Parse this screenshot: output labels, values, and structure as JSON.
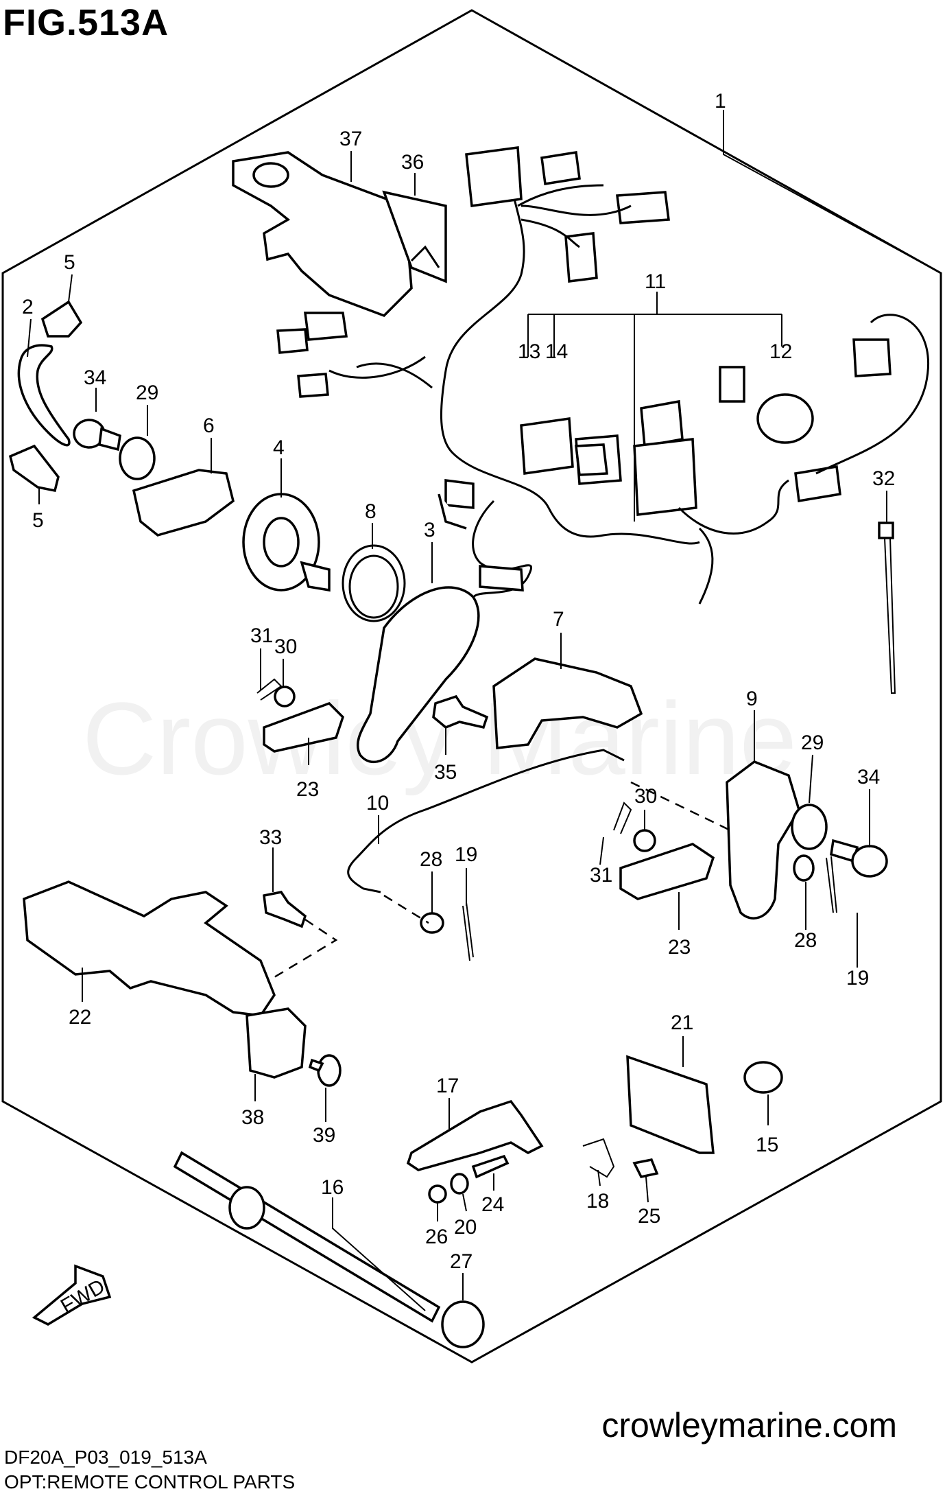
{
  "figure": {
    "title": "FIG.513A",
    "watermark": "Crowley Marine",
    "website": "crowleymarine.com",
    "code": "DF20A_P03_019_513A",
    "caption": "OPT:REMOTE CONTROL PARTS",
    "fwd_label": "FWD"
  },
  "callouts": {
    "c1": "1",
    "c2": "2",
    "c3": "3",
    "c4": "4",
    "c5a": "5",
    "c5b": "5",
    "c6": "6",
    "c7": "7",
    "c8": "8",
    "c9": "9",
    "c10": "10",
    "c11": "11",
    "c12": "12",
    "c13": "13",
    "c14": "14",
    "c15": "15",
    "c16": "16",
    "c17": "17",
    "c18": "18",
    "c19a": "19",
    "c19b": "19",
    "c20": "20",
    "c21": "21",
    "c22": "22",
    "c23a": "23",
    "c23b": "23",
    "c24": "24",
    "c25": "25",
    "c26": "26",
    "c27": "27",
    "c28a": "28",
    "c28b": "28",
    "c29a": "29",
    "c29b": "29",
    "c30a": "30",
    "c30b": "30",
    "c31a": "31",
    "c31b": "31",
    "c32": "32",
    "c33": "33",
    "c34a": "34",
    "c34b": "34",
    "c35": "35",
    "c36": "36",
    "c37": "37",
    "c38": "38",
    "c39": "39"
  }
}
